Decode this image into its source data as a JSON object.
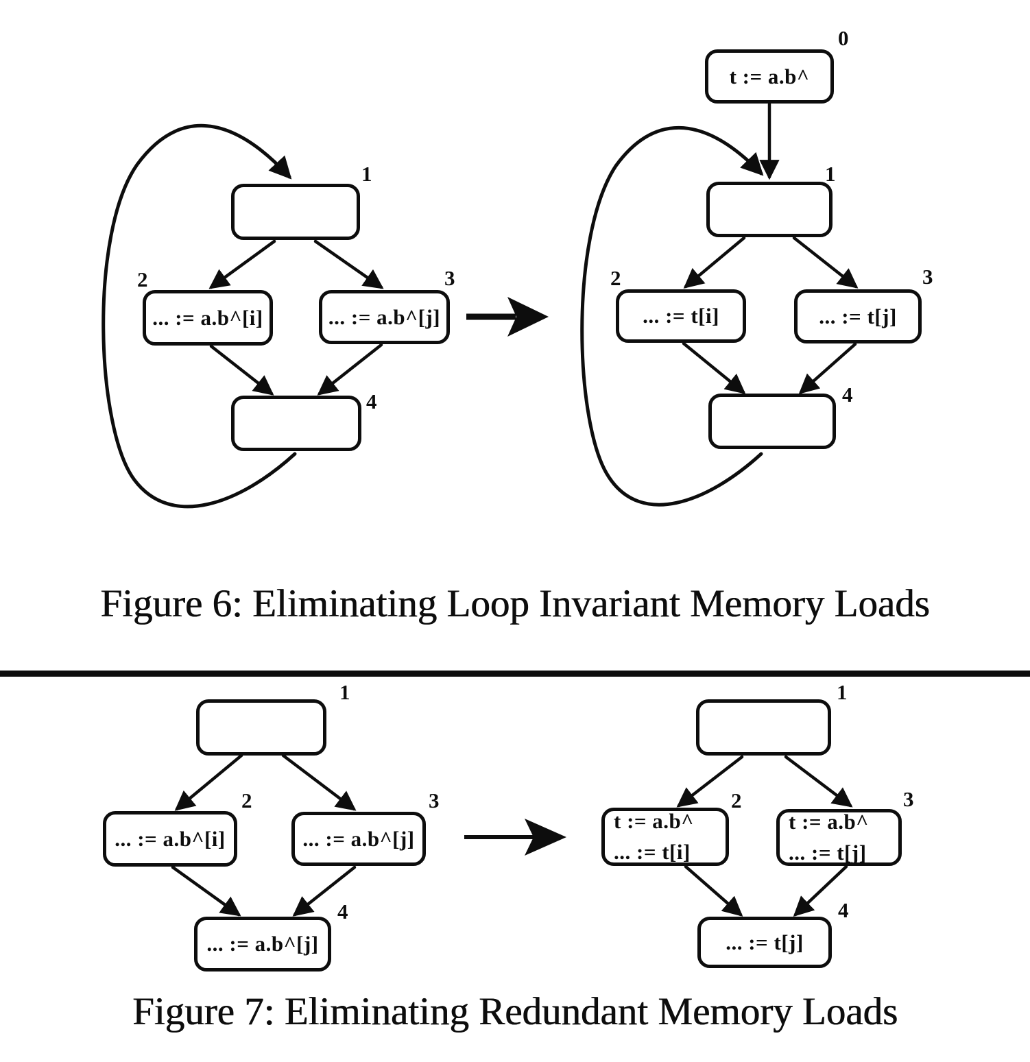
{
  "colors": {
    "ink": "#0d0d0d",
    "background": "#ffffff"
  },
  "fig6": {
    "caption": "Figure 6: Eliminating Loop Invariant Memory Loads",
    "left": {
      "node1_label": "1",
      "node2_label": "2",
      "node3_label": "3",
      "node4_label": "4",
      "node2_text": "... := a.b^[i]",
      "node3_text": "... := a.b^[j]"
    },
    "right": {
      "node0_label": "0",
      "node0_text": "t := a.b^",
      "node1_label": "1",
      "node2_label": "2",
      "node3_label": "3",
      "node4_label": "4",
      "node2_text": "... := t[i]",
      "node3_text": "... := t[j]"
    }
  },
  "fig7": {
    "caption": "Figure 7: Eliminating Redundant Memory Loads",
    "left": {
      "node1_label": "1",
      "node2_label": "2",
      "node3_label": "3",
      "node4_label": "4",
      "node2_text": "... := a.b^[i]",
      "node3_text": "... := a.b^[j]",
      "node4_text": "... := a.b^[j]"
    },
    "right": {
      "node1_label": "1",
      "node2_label": "2",
      "node3_label": "3",
      "node4_label": "4",
      "node2_line1": "t := a.b^",
      "node2_line2": "... := t[i]",
      "node3_line1": "t := a.b^",
      "node3_line2": "... := t[j]",
      "node4_text": "... := t[j]"
    }
  }
}
